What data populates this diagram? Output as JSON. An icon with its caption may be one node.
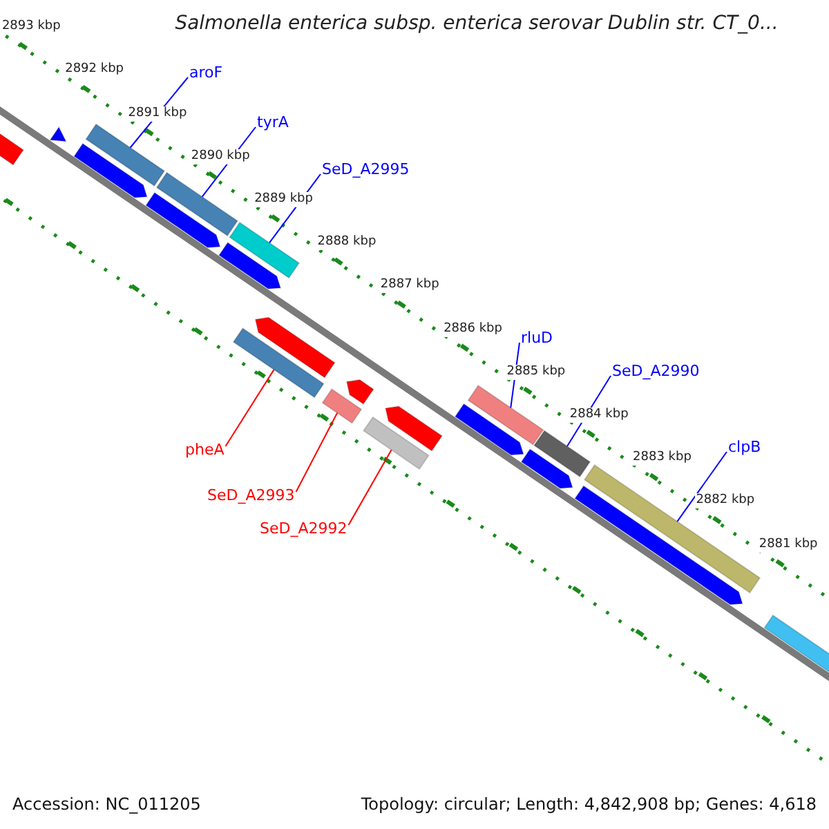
{
  "diagram": {
    "title": "Salmonella enterica subsp. enterica serovar Dublin str. CT_0...",
    "nodes": [
      {
        "text": [],
        "shape": "arrow"
      },
      {
        "text": [],
        "shape": "arrow"
      },
      {
        "text": [],
        "shape": "bar"
      },
      {
        "text": [],
        "shape": "arrow"
      },
      {
        "text": [],
        "shape": "bar"
      },
      {
        "text": [],
        "shape": "arrow"
      },
      {
        "text": [],
        "shape": "bar"
      },
      {
        "text": [],
        "shape": "arrow"
      },
      {
        "text": [],
        "shape": "bar"
      },
      {
        "text": [],
        "shape": "arrow"
      },
      {
        "text": [],
        "shape": "arrow"
      },
      {
        "text": [],
        "shape": "bar"
      },
      {
        "text": [],
        "shape": "arrow"
      },
      {
        "text": [],
        "shape": "bar"
      },
      {
        "text": [],
        "shape": "bar"
      },
      {
        "text": [],
        "shape": "bar"
      },
      {
        "text": [],
        "shape": "arrow"
      },
      {
        "text": [],
        "shape": "arrow"
      },
      {
        "text": [],
        "shape": "bar"
      },
      {
        "text": [],
        "shape": "arrow"
      },
      {
        "text": [],
        "shape": "arrow"
      },
      {
        "text": [
          "aroF"
        ]
      },
      {
        "text": [
          "tyrA"
        ]
      },
      {
        "text": [
          "SeD_A2995"
        ]
      },
      {
        "text": [
          "rluD"
        ]
      },
      {
        "text": [
          "SeD_A2990"
        ]
      },
      {
        "text": [
          "clpB"
        ]
      },
      {
        "text": [
          "pheA"
        ]
      },
      {
        "text": [
          "SeD_A2993"
        ]
      },
      {
        "text": [
          "SeD_A2992"
        ]
      }
    ],
    "edges": [
      {
        "from": 21,
        "to": 2,
        "arrow": "none"
      },
      {
        "from": 22,
        "to": 4,
        "arrow": "none"
      },
      {
        "from": 23,
        "to": 6,
        "arrow": "none"
      },
      {
        "from": 24,
        "to": 14,
        "arrow": "none"
      },
      {
        "from": 25,
        "to": 15,
        "arrow": "none"
      },
      {
        "from": 26,
        "to": 18,
        "arrow": "none"
      },
      {
        "from": 27,
        "to": 8,
        "arrow": "none",
        "color": "#ff0000"
      },
      {
        "from": 28,
        "to": 11,
        "arrow": "none",
        "color": "#ff0000"
      },
      {
        "from": 29,
        "to": 13,
        "arrow": "none",
        "color": "#ff0000"
      }
    ],
    "labels": [
      "2893 kbp",
      "2892 kbp",
      "2891 kbp",
      "2890 kbp",
      "2889 kbp",
      "2888 kbp",
      "2887 kbp",
      "2886 kbp",
      "2885 kbp",
      "2884 kbp",
      "2883 kbp",
      "2882 kbp",
      "2881 kbp",
      "Accession: NC_011205",
      "Topology: circular; Length: 4,842,908 bp; Genes: 4,618"
    ]
  }
}
